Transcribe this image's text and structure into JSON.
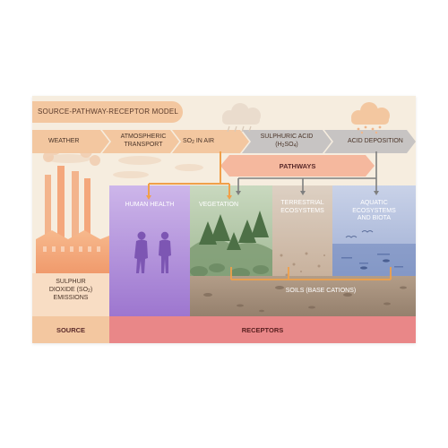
{
  "title": "SOURCE-PATHWAY-RECEPTOR MODEL",
  "flow": {
    "weather": "WEATHER",
    "atmospheric": [
      "ATMOSPHERIC",
      "TRANSPORT"
    ],
    "so2_air": {
      "pre": "SO",
      "sub": "2",
      "post": " IN AIR"
    },
    "sulphuric": {
      "line1": "SULPHURIC ACID",
      "pre": "(H",
      "sub1": "2",
      "mid": "SO",
      "sub2": "4",
      "post": ")"
    },
    "acid_deposition": "ACID DEPOSITION"
  },
  "pathways": "PATHWAYS",
  "receptors": {
    "human_health": "HUMAN HEALTH",
    "vegetation": "VEGETATION",
    "terrestrial": [
      "TERRESTRIAL",
      "ECOSYSTEMS"
    ],
    "aquatic": [
      "AQUATIC",
      "ECOSYSTEMS",
      "AND BIOTA"
    ]
  },
  "emissions": {
    "line1": "SULPHUR",
    "line2_pre": "DIOXIDE (SO",
    "line2_sub": "2",
    "line2_post": ")",
    "line3": "EMISSIONS"
  },
  "soils": "SOILS (BASE CATIONS)",
  "bottom": {
    "source": "SOURCE",
    "receptors": "RECEPTORS"
  },
  "colors": {
    "peach": "#f3c7a0",
    "grey": "#c7c4c3",
    "human_panel": "#b08ed6",
    "vegetation_panel": "#9fb893",
    "terrestrial_panel": "#cbb39d",
    "aquatic_panel": "#a8b6d6",
    "receptors_bar": "#e98788",
    "connector_orange": "#f0a04a",
    "connector_grey": "#7f7f7f"
  },
  "icons": [
    "factory-icon",
    "rain-cloud-icon",
    "hail-cloud-icon",
    "person-icon",
    "tree-icon",
    "bird-icon",
    "fish-icon"
  ]
}
